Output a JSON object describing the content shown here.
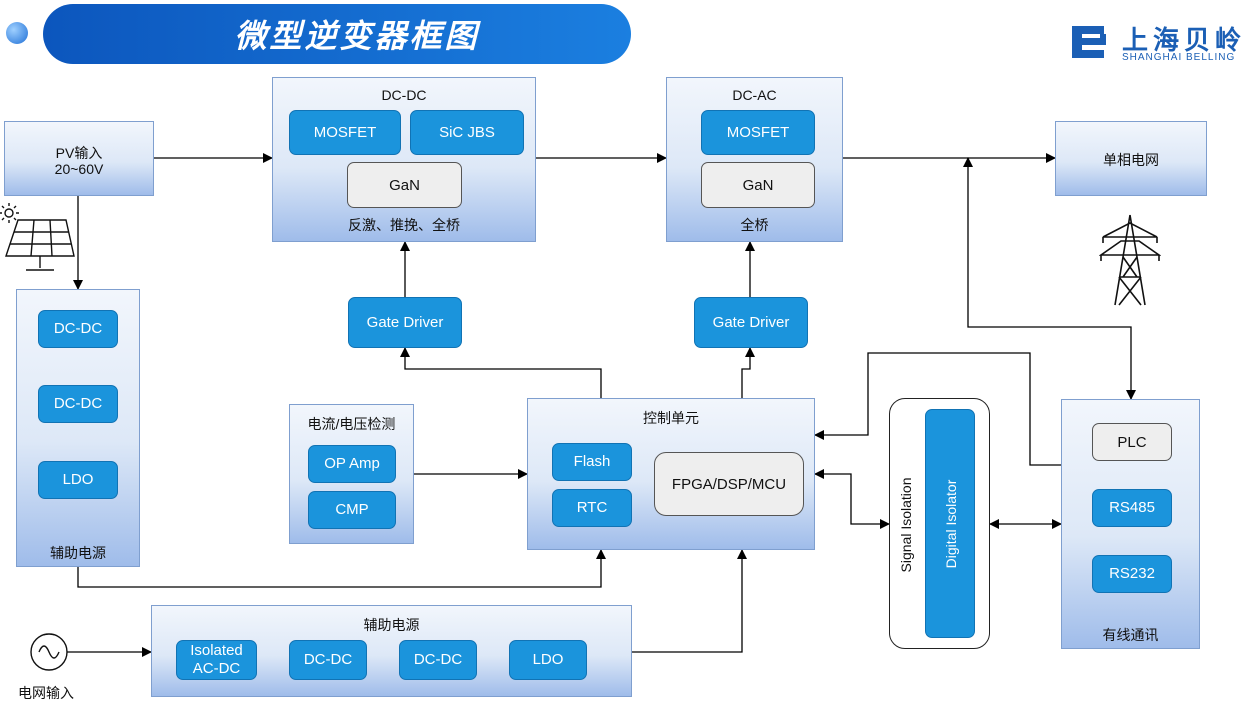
{
  "header": {
    "title": "微型逆变器框图"
  },
  "logo": {
    "cn": "上海贝岭",
    "en": "SHANGHAI BELLING"
  },
  "pv": {
    "line1": "PV输入",
    "line2": "20~60V"
  },
  "dcdc_main": {
    "title": "DC-DC",
    "mosfet": "MOSFET",
    "sic": "SiC JBS",
    "gan": "GaN",
    "caption": "反激、推挽、全桥"
  },
  "dcac_main": {
    "title": "DC-AC",
    "mosfet": "MOSFET",
    "gan": "GaN",
    "caption": "全桥"
  },
  "grid_out": {
    "label": "单相电网"
  },
  "gate_driver_1": "Gate Driver",
  "gate_driver_2": "Gate Driver",
  "aux_left": {
    "dcdc1": "DC-DC",
    "dcdc2": "DC-DC",
    "ldo": "LDO",
    "caption": "辅助电源"
  },
  "sense": {
    "title": "电流/电压检测",
    "opamp": "OP Amp",
    "cmp": "CMP"
  },
  "control": {
    "title": "控制单元",
    "flash": "Flash",
    "rtc": "RTC",
    "fpga": "FPGA/DSP/MCU"
  },
  "isolation": {
    "signal": "Signal Isolation",
    "digital": "Digital Isolator"
  },
  "comm": {
    "plc": "PLC",
    "rs485": "RS485",
    "rs232": "RS232",
    "caption": "有线通讯"
  },
  "aux_bottom": {
    "title": "辅助电源",
    "isolated_line1": "Isolated",
    "isolated_line2": "AC-DC",
    "dcdc1": "DC-DC",
    "dcdc2": "DC-DC",
    "ldo": "LDO"
  },
  "grid_in": {
    "label": "电网输入"
  },
  "colors": {
    "accent": "#1b94dc",
    "header": "#0f5fc4",
    "block_border": "#7f9fcf"
  },
  "icons": [
    "solar-panel-icon",
    "transmission-tower-icon",
    "ac-source-icon",
    "bullet-icon",
    "belling-logo-icon"
  ]
}
